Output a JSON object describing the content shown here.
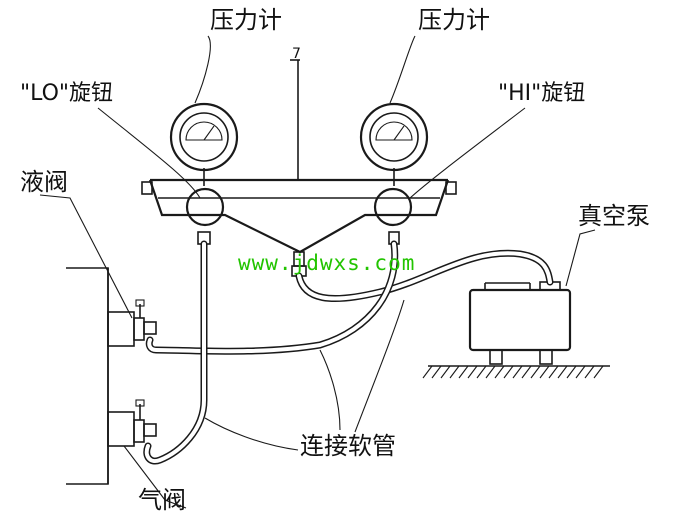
{
  "labels": {
    "gauge_left": "压力计",
    "gauge_right": "压力计",
    "lo_knob": "\"LO\"旋钮",
    "hi_knob": "\"HI\"旋钮",
    "liquid_valve": "液阀",
    "gas_valve": "气阀",
    "vacuum_pump": "真空泵",
    "hose": "连接软管",
    "leader_number": "7"
  },
  "watermark": {
    "text": "www.jdwxs.com",
    "color": "#22c400"
  }
}
